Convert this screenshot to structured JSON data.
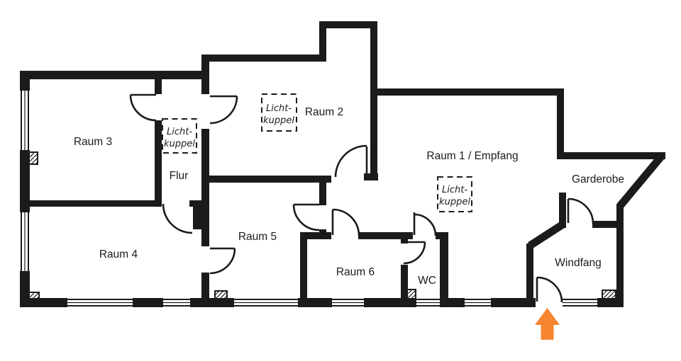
{
  "colors": {
    "wall": "#1b1b1b",
    "text": "#1c1c1c",
    "background": "#ffffff",
    "entrance_arrow": "#f6862f"
  },
  "rooms": {
    "raum1": {
      "label": "Raum 1 / Empfang"
    },
    "raum2": {
      "label": "Raum 2"
    },
    "raum3": {
      "label": "Raum 3"
    },
    "raum4": {
      "label": "Raum 4"
    },
    "raum5": {
      "label": "Raum 5"
    },
    "raum6": {
      "label": "Raum 6"
    },
    "flur": {
      "label": "Flur"
    },
    "wc": {
      "label": "WC"
    },
    "garderobe": {
      "label": "Garderobe"
    },
    "windfang": {
      "label": "Windfang"
    }
  },
  "skylight": {
    "line1": "Licht-",
    "line2": "kuppel"
  }
}
